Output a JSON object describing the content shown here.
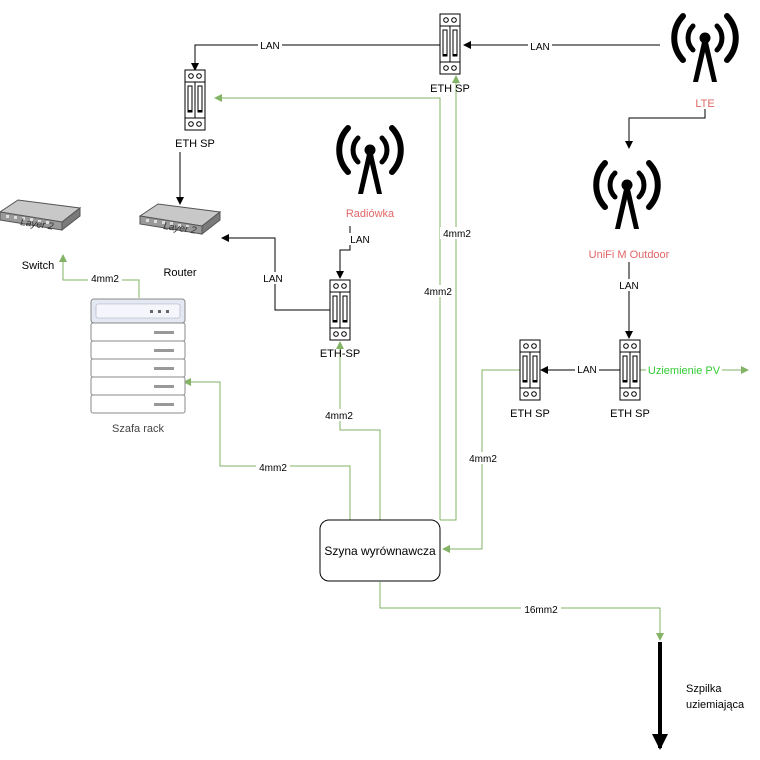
{
  "colors": {
    "lan_line": "#000000",
    "ground_line": "#82b366",
    "antenna_label": "#e06666",
    "pv_label": "#33cc33"
  },
  "nodes": {
    "eth_sp_top": "ETH SP",
    "eth_sp_left": "ETH SP",
    "eth_sp_mid": "ETH-SP",
    "eth_sp_right1": "ETH SP",
    "eth_sp_right2": "ETH SP",
    "router": "Router",
    "router_device_text": "Layer 2",
    "switch": "Switch",
    "switch_device_text": "Layer 2",
    "rack": "Szafa rack",
    "busbar": "Szyna wyrównawcza",
    "lte": "LTE",
    "radiowka": "Radiówka",
    "unifi": "UniFi M Outdoor",
    "ground_pv": "Uziemienie PV",
    "ground_rod": [
      "Szpilka",
      "uziemiająca"
    ]
  },
  "edge_labels": {
    "lan_top_left": "LAN",
    "lan_lte_top": "LAN",
    "lan_radiowka": "LAN",
    "lan_router": "LAN",
    "lan_unifi": "LAN",
    "lan_right": "LAN",
    "g_rack_switch": "4mm2",
    "g_busbar_rack": "4mm2",
    "g_busbar_mid": "4mm2",
    "g_busbar_top1": "4mm2",
    "g_busbar_top2": "4mm2",
    "g_busbar_right": "4mm2",
    "g_busbar_rod": "16mm2"
  }
}
